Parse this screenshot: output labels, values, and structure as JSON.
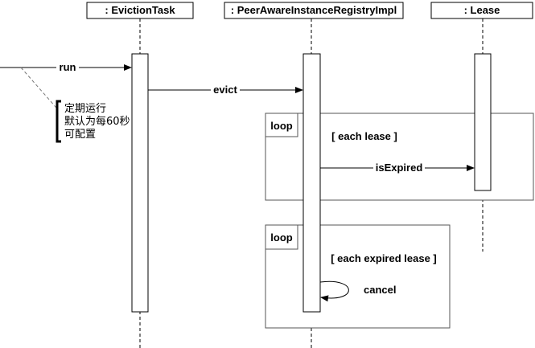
{
  "participants": [
    {
      "id": "eviction_task",
      "label": ": EvictionTask"
    },
    {
      "id": "registry",
      "label": ": PeerAwareInstanceRegistryImpl"
    },
    {
      "id": "lease",
      "label": ": Lease"
    }
  ],
  "messages": {
    "run": "run",
    "evict": "evict",
    "is_expired": "isExpired",
    "cancel": "cancel"
  },
  "fragments": [
    {
      "operator": "loop",
      "guard": "[ each lease ]"
    },
    {
      "operator": "loop",
      "guard": "[ each expired lease ]"
    }
  ],
  "note": {
    "lines": [
      "定期运行",
      "默认为每60秒",
      "可配置"
    ]
  }
}
